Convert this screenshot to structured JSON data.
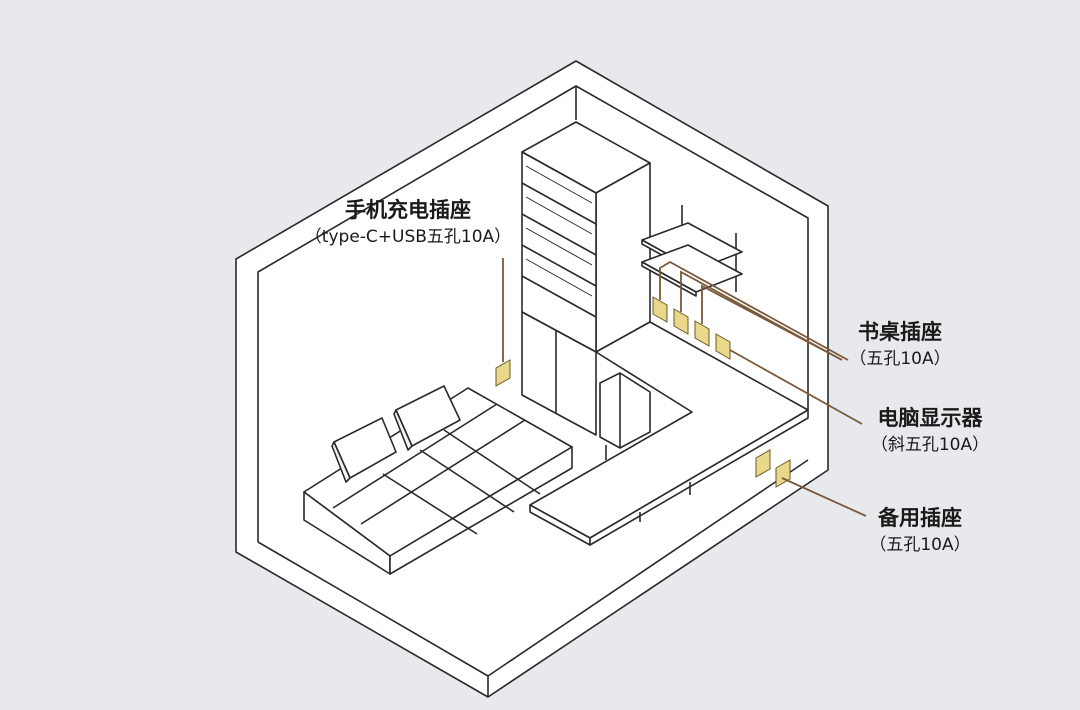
{
  "labels": {
    "phone_socket": {
      "title": "手机充电插座",
      "sub": "（type-C+USB五孔10A）"
    },
    "desk_socket": {
      "title": "书桌插座",
      "sub": "（五孔10A）"
    },
    "monitor_socket": {
      "title": "电脑显示器",
      "sub": "（斜五孔10A）"
    },
    "spare_socket": {
      "title": "备用插座",
      "sub": "（五孔10A）"
    }
  },
  "colors": {
    "background": "#e8e9ec",
    "line": "#2a2a2a",
    "wall_fill": "#ffffff",
    "socket_fill": "#e9d78a",
    "leader_line": "#7a5a3a"
  }
}
